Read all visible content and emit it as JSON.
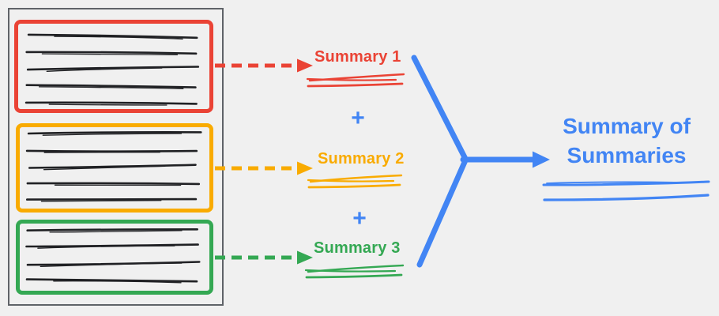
{
  "colors": {
    "red": "#EA4335",
    "orange": "#F9AB00",
    "green": "#34A853",
    "blue": "#4285F4",
    "background": "#F0F0F0",
    "document_border": "#5F6368",
    "document_text_lines": "#202124"
  },
  "document": {
    "chunks": [
      {
        "name": "chunk-1",
        "color_key": "red",
        "text_line_count": 5
      },
      {
        "name": "chunk-2",
        "color_key": "orange",
        "text_line_count": 5
      },
      {
        "name": "chunk-3",
        "color_key": "green",
        "text_line_count": 4
      }
    ]
  },
  "summaries": [
    {
      "label": "Summary 1",
      "color_key": "red"
    },
    {
      "label": "Summary 2",
      "color_key": "orange"
    },
    {
      "label": "Summary 3",
      "color_key": "green"
    }
  ],
  "operators": [
    "+",
    "+"
  ],
  "final_summary": {
    "label": "Summary of Summaries",
    "color_key": "blue"
  },
  "icons": {
    "dashed_arrows": [
      "dashed-arrow-red",
      "dashed-arrow-orange",
      "dashed-arrow-green"
    ],
    "merge_arrow": "merge-arrow-blue"
  }
}
